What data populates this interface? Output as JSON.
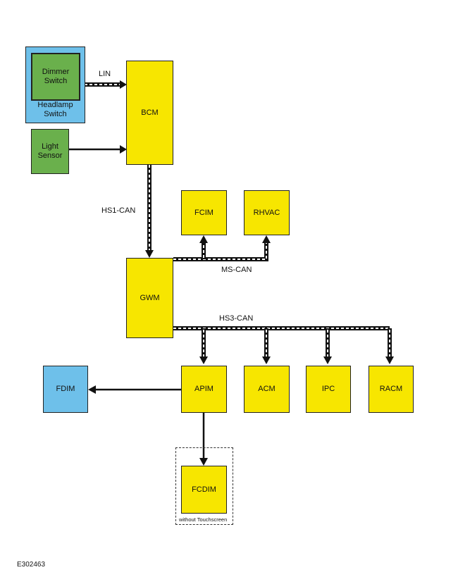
{
  "modules": {
    "headlamp_switch": "Headlamp\nSwitch",
    "dimmer_switch": "Dimmer\nSwitch",
    "light_sensor": "Light\nSensor",
    "bcm": "BCM",
    "gwm": "GWM",
    "fcim": "FCIM",
    "rhvac": "RHVAC",
    "apim": "APIM",
    "acm": "ACM",
    "ipc": "IPC",
    "racm": "RACM",
    "fdim": "FDIM",
    "fcdim": "FCDIM"
  },
  "buses": {
    "lin": "LIN",
    "hs1": "HS1-CAN",
    "ms": "MS-CAN",
    "hs3": "HS3-CAN"
  },
  "notes": {
    "without_touchscreen": "without Touchscreen",
    "figure_id": "E302463"
  },
  "colors": {
    "module_yellow": "#f7e600",
    "switch_green": "#6ab04c",
    "display_blue": "#6ec0ea"
  }
}
